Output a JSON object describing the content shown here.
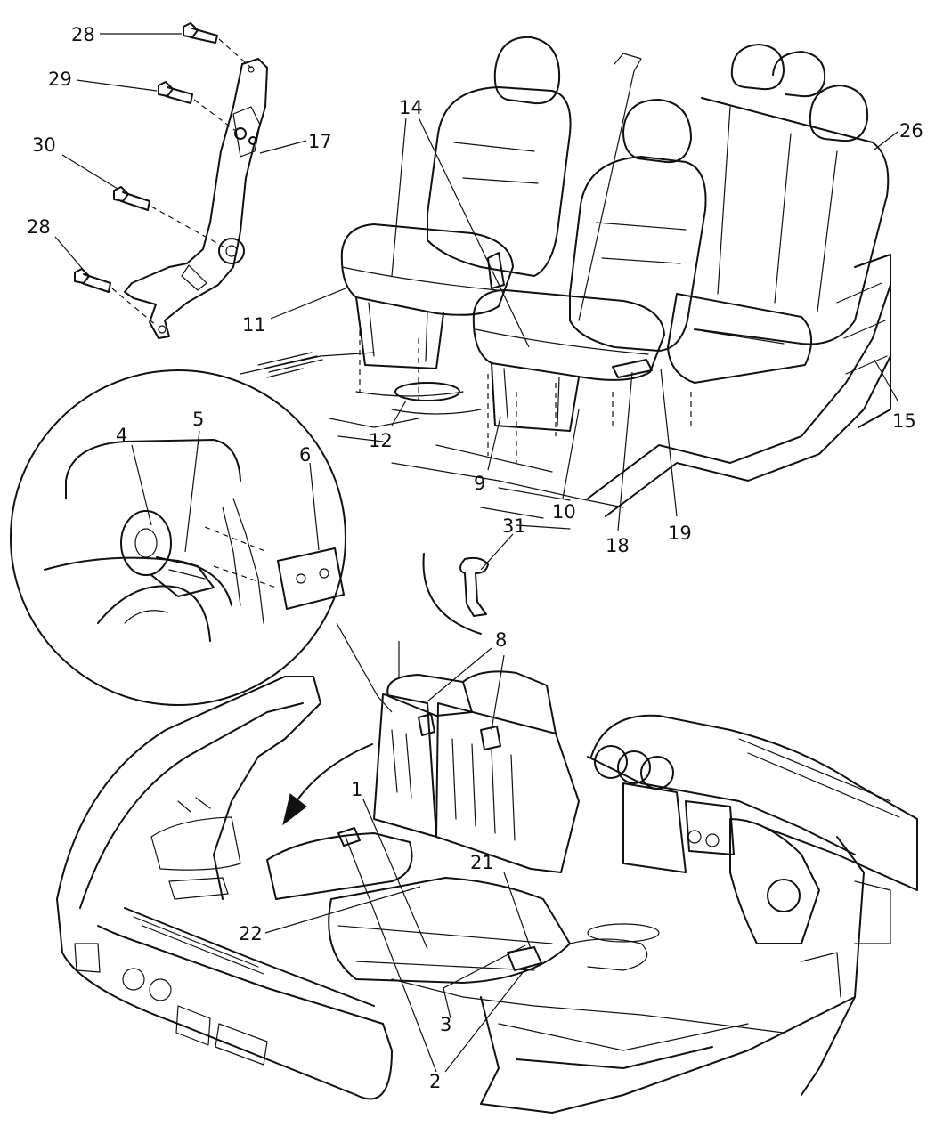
{
  "callouts": [
    {
      "id": "c28a",
      "label": "28"
    },
    {
      "id": "c29",
      "label": "29"
    },
    {
      "id": "c30",
      "label": "30"
    },
    {
      "id": "c28b",
      "label": "28"
    },
    {
      "id": "c17",
      "label": "17"
    },
    {
      "id": "c14",
      "label": "14"
    },
    {
      "id": "c26",
      "label": "26"
    },
    {
      "id": "c11",
      "label": "11"
    },
    {
      "id": "c12",
      "label": "12"
    },
    {
      "id": "c9",
      "label": "9"
    },
    {
      "id": "c10",
      "label": "10"
    },
    {
      "id": "c18",
      "label": "18"
    },
    {
      "id": "c19",
      "label": "19"
    },
    {
      "id": "c15",
      "label": "15"
    },
    {
      "id": "c4",
      "label": "4"
    },
    {
      "id": "c5",
      "label": "5"
    },
    {
      "id": "c6",
      "label": "6"
    },
    {
      "id": "c31",
      "label": "31"
    },
    {
      "id": "c8",
      "label": "8"
    },
    {
      "id": "c1",
      "label": "1"
    },
    {
      "id": "c21",
      "label": "21"
    },
    {
      "id": "c22",
      "label": "22"
    },
    {
      "id": "c3",
      "label": "3"
    },
    {
      "id": "c2",
      "label": "2"
    }
  ]
}
